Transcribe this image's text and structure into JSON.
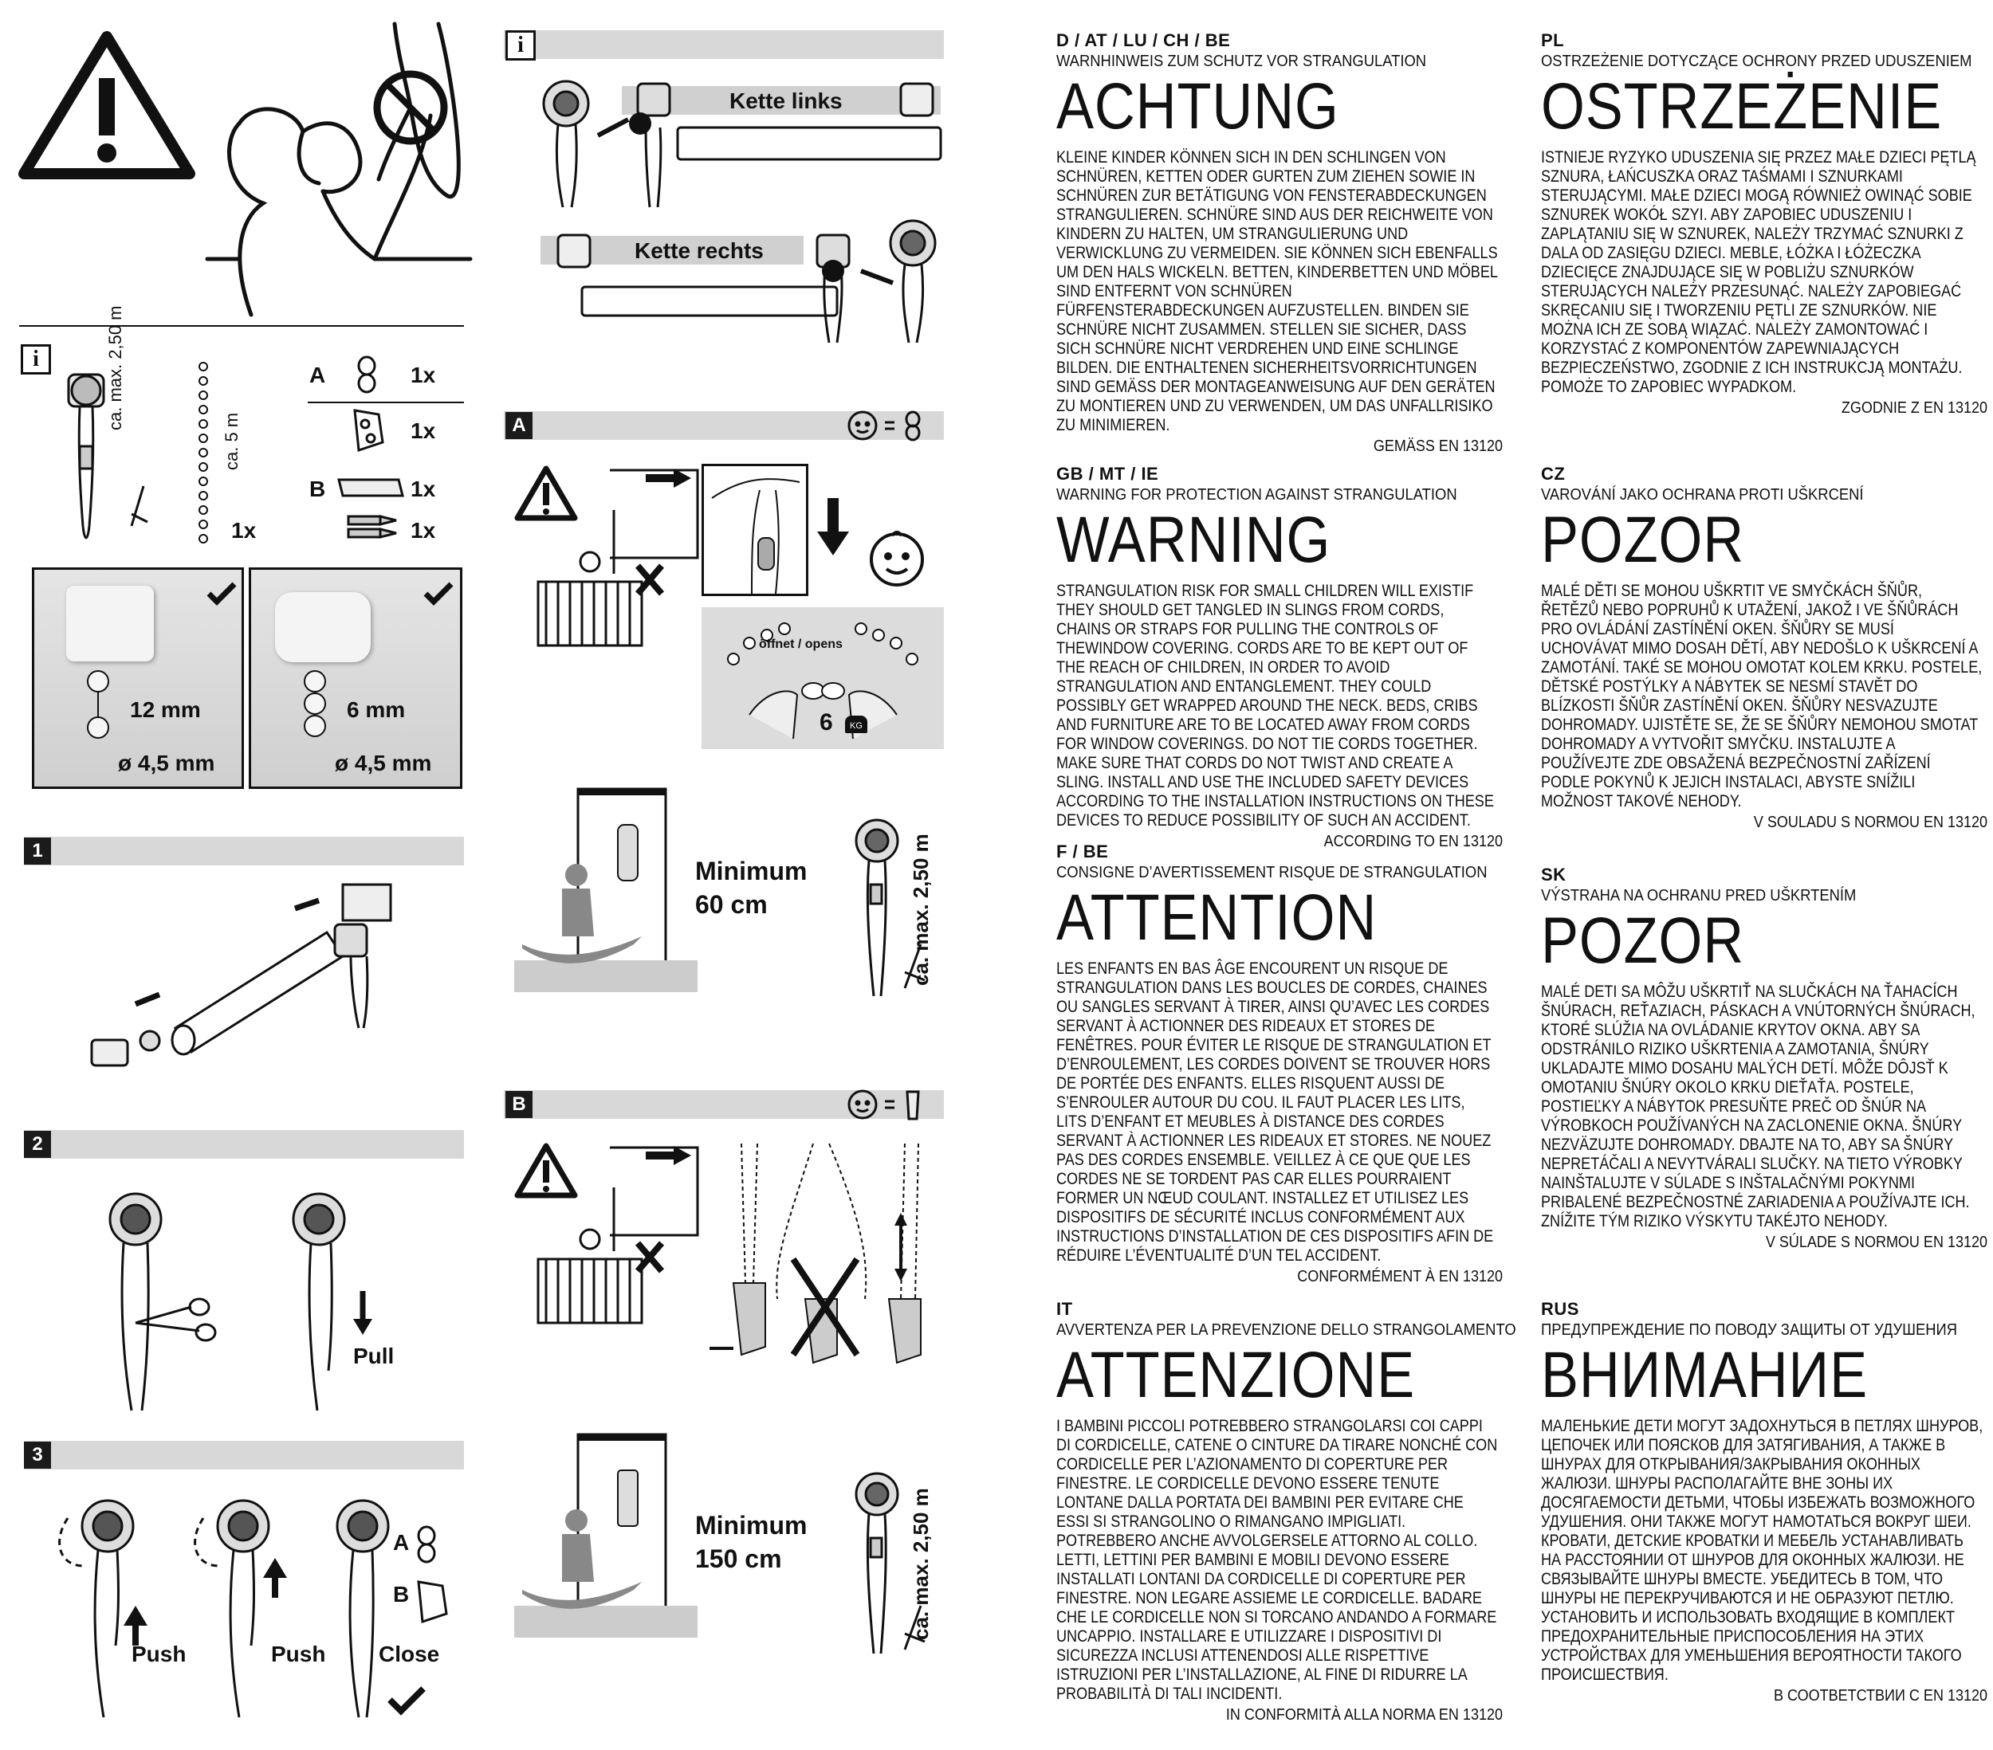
{
  "left_panel": {
    "info_icon": "i",
    "parts": {
      "length_label": "ca. max. 2,50 m",
      "chain_length": "ca. 5 m",
      "chain_qty": "1x",
      "A_label": "A",
      "A_qty_1": "1x",
      "A_qty_2": "1x",
      "B_label": "B",
      "B_qty_1": "1x",
      "B_qty_2": "1x"
    },
    "chain_variants": [
      {
        "spacing": "12 mm",
        "diameter": "ø 4,5 mm"
      },
      {
        "spacing": "6 mm",
        "diameter": "ø 4,5 mm"
      }
    ],
    "steps": [
      {
        "num": "1"
      },
      {
        "num": "2",
        "pull": "Pull"
      },
      {
        "num": "3",
        "push1": "Push",
        "push2": "Push",
        "close": "Close",
        "A": "A",
        "B": "B"
      }
    ]
  },
  "middle_panel": {
    "info_icon": "i",
    "chain_left": "Kette links",
    "chain_right": "Kette rechts",
    "section_A": {
      "tag": "A",
      "opens": "öffnet / opens",
      "weight": "6",
      "weight_unit": "KG",
      "min_label_1": "Minimum",
      "min_label_2": "60 cm",
      "length_label": "ca. max. 2,50 m"
    },
    "section_B": {
      "tag": "B",
      "min_label_1": "Minimum",
      "min_label_2": "150 cm",
      "length_label": "ca. max. 2,50 m"
    }
  },
  "warnings_left": [
    {
      "code": "D / AT / LU / CH / BE",
      "subtitle": "WARNHINWEIS ZUM SCHUTZ VOR STRANGULATION",
      "heading": "ACHTUNG",
      "body": "KLEINE KINDER KÖNNEN SICH IN DEN SCHLINGEN VON SCHNÜREN, KETTEN ODER GURTEN ZUM ZIEHEN SOWIE IN SCHNÜREN ZUR BETÄTIGUNG VON FENSTERABDECKUNGEN STRANGULIEREN. SCHNÜRE SIND AUS DER REICHWEITE VON KINDERN ZU HALTEN, UM STRANGULIERUNG UND VERWICKLUNG ZU VERMEIDEN. SIE KÖNNEN SICH EBENFALLS UM DEN HALS WICKELN. BETTEN, KINDERBETTEN UND MÖBEL SIND ENTFERNT VON SCHNÜREN FÜRFENSTERABDECKUNGEN AUFZUSTELLEN. BINDEN SIE SCHNÜRE NICHT ZUSAMMEN. STELLEN SIE SICHER, DASS SICH SCHNÜRE NICHT VERDREHEN UND EINE SCHLINGE BILDEN. DIE ENTHALTENEN SICHERHEITSVORRICHTUNGEN SIND GEMÄSS DER MONTAGEANWEISUNG AUF DEN GERÄTEN ZU MONTIEREN UND ZU VERWENDEN, UM DAS UNFALLRISIKO ZU MINIMIEREN.",
      "norm": "GEMÄSS EN 13120"
    },
    {
      "code": "GB / MT / IE",
      "subtitle": "WARNING FOR PROTECTION AGAINST STRANGULATION",
      "heading": "WARNING",
      "body": "STRANGULATION RISK FOR SMALL CHILDREN WILL EXISTIF THEY SHOULD GET TANGLED IN SLINGS FROM CORDS, CHAINS OR STRAPS FOR PULLING THE CONTROLS OF THEWINDOW COVERING. CORDS ARE TO BE KEPT OUT OF THE REACH OF CHILDREN, IN ORDER TO AVOID STRANGULATION AND ENTANGLEMENT. THEY COULD POSSIBLY GET WRAPPED AROUND THE NECK. BEDS, CRIBS AND FURNITURE ARE TO BE LOCATED AWAY FROM CORDS FOR WINDOW COVERINGS. DO NOT TIE CORDS TOGETHER. MAKE SURE THAT CORDS DO NOT TWIST AND CREATE A SLING. INSTALL AND USE THE INCLUDED SAFETY DEVICES ACCORDING TO THE INSTALLATION INSTRUCTIONS ON THESE DEVICES TO REDUCE POSSIBILITY OF SUCH AN ACCIDENT.",
      "norm": "ACCORDING TO EN 13120"
    },
    {
      "code": "F / BE",
      "subtitle": "CONSIGNE D’AVERTISSEMENT RISQUE DE STRANGULATION",
      "heading": "ATTENTION",
      "body": "LES ENFANTS EN BAS ÂGE ENCOURENT UN RISQUE DE STRANGULATION DANS LES BOUCLES DE CORDES, CHAINES OU SANGLES SERVANT À TIRER, AINSI QU’AVEC LES CORDES SERVANT À ACTIONNER DES RIDEAUX ET STORES DE FENÊTRES. POUR ÉVITER LE RISQUE DE STRANGULATION ET D’ENROULEMENT, LES CORDES DOIVENT SE TROUVER HORS DE PORTÉE DES ENFANTS. ELLES RISQUENT AUSSI DE S’ENROULER AUTOUR DU COU. IL FAUT PLACER LES LITS, LITS D’ENFANT ET MEUBLES À DISTANCE DES CORDES SERVANT À ACTIONNER LES RIDEAUX ET STORES. NE NOUEZ PAS DES CORDES ENSEMBLE. VEILLEZ À CE QUE QUE LES CORDES NE SE TORDENT PAS CAR ELLES POURRAIENT FORMER UN NŒUD COULANT. INSTALLEZ ET UTILISEZ LES DISPOSITIFS DE SÉCURITÉ INCLUS CONFORMÉMENT AUX INSTRUCTIONS D’INSTALLATION DE CES DISPOSITIFS AFIN DE RÉDUIRE L’ÉVENTUALITÉ D’UN TEL ACCIDENT.",
      "norm": "CONFORMÉMENT À EN 13120"
    },
    {
      "code": "IT",
      "subtitle": "AVVERTENZA PER LA PREVENZIONE DELLO STRANGOLAMENTO",
      "heading": "ATTENZIONE",
      "body": "I BAMBINI PICCOLI POTREBBERO STRANGOLARSI COI CAPPI DI CORDICELLE, CATENE O CINTURE DA TIRARE NONCHÉ CON CORDICELLE PER L’AZIONAMENTO DI COPERTURE PER FINESTRE. LE CORDICELLE DEVONO ESSERE TENUTE LONTANE DALLA PORTATA DEI BAMBINI PER EVITARE CHE ESSI SI STRANGOLINO O RIMANGANO IMPIGLIATI. POTREBBERO ANCHE AVVOLGERSELE ATTORNO AL COLLO. LETTI, LETTINI PER BAMBINI E MOBILI DEVONO ESSERE INSTALLATI LONTANI DA CORDICELLE DI COPERTURE PER FINESTRE. NON LEGARE ASSIEME LE CORDICELLE. BADARE CHE LE CORDICELLE NON SI TORCANO ANDANDO A FORMARE UNCAPPIO. INSTALLARE E UTILIZZARE I DISPOSITIVI DI SICUREZZA INCLUSI ATTENENDOSI ALLE RISPETTIVE ISTRUZIONI PER L’INSTALLAZIONE, AL FINE DI RIDURRE LA PROBABILITÀ DI TALI INCIDENTI.",
      "norm": "IN CONFORMITÀ ALLA NORMA EN 13120"
    }
  ],
  "warnings_right": [
    {
      "code": "PL",
      "subtitle": "OSTRZEŻENIE DOTYCZĄCE OCHRONY PRZED UDUSZENIEM",
      "heading": "OSTRZEŻENIE",
      "body": "ISTNIEJE RYZYKO UDUSZENIA SIĘ PRZEZ MAŁE DZIECI PĘTLĄ SZNURA, ŁAŃCUSZKA ORAZ TAŚMAMI I SZNURKAMI STERUJĄCYMI. MAŁE DZIECI MOGĄ RÓWNIEŻ OWINĄĆ SOBIE SZNUREK WOKÓŁ SZYI. ABY ZAPOBIEC UDUSZENIU I ZAPLĄTANIU SIĘ W SZNUREK, NALEŻY TRZYMAĆ SZNURKI Z DALA OD ZASIĘGU DZIECI. MEBLE, ŁÓŻKA I ŁÓŻECZKA DZIECIĘCE ZNAJDUJĄCE SIĘ W POBLIŻU SZNURKÓW STERUJĄCYCH NALEŻY PRZESUNĄĆ. NALEŻY ZAPOBIEGAĆ SKRĘCANIU SIĘ I TWORZENIU PĘTLI ZE SZNURKÓW. NIE MOŻNA ICH ZE SOBĄ WIĄZAĆ. NALEŻY ZAMONTOWAĆ I KORZYSTAĆ Z KOMPONENTÓW ZAPEWNIAJĄCYCH BEZPIECZEŃSTWO, ZGODNIE Z ICH INSTRUKCJĄ MONTAŻU. POMOŻE TO ZAPOBIEC WYPADKOM.",
      "norm": "ZGODNIE Z EN 13120"
    },
    {
      "code": "CZ",
      "subtitle": "VAROVÁNÍ JAKO OCHRANA PROTI UŠKRCENÍ",
      "heading": "POZOR",
      "body": "MALÉ DĚTI SE MOHOU UŠKRTIT VE SMYČKÁCH ŠŇŮR, ŘETĚZŮ NEBO POPRUHŮ K UTAŽENÍ, JAKOŽ I VE ŠŇŮRÁCH PRO OVLÁDÁNÍ ZASTÍNĚNÍ OKEN. ŠŇŮRY SE MUSÍ UCHOVÁVAT MIMO DOSAH DĚTÍ, ABY NEDOŠLO K UŠKRCENÍ A ZAMOTÁNÍ. TAKÉ SE MOHOU OMOTAT KOLEM KRKU. POSTELE, DĚTSKÉ POSTÝLKY A NÁBYTEK SE NESMÍ STAVĚT DO BLÍZKOSTI ŠŇŮR ZASTÍNĚNÍ OKEN. ŠŇŮRY NESVAZUJTE DOHROMADY. UJISTĚTE SE, ŽE SE ŠŇŮRY NEMOHOU SMOTAT DOHROMADY A VYTVOŘIT SMYČKU. INSTALUJTE A POUŽÍVEJTE ZDE OBSAŽENÁ BEZPEČNOSTNÍ ZAŘÍZENÍ PODLE POKYNŮ K JEJICH INSTALACI, ABYSTE SNÍŽILI MOŽNOST TAKOVÉ NEHODY.",
      "norm": "V SOULADU S NORMOU EN 13120"
    },
    {
      "code": "SK",
      "subtitle": "VÝSTRAHA NA OCHRANU PRED UŠKRTENÍM",
      "heading": "POZOR",
      "body": "MALÉ DETI SA MÔŽU UŠKRTIŤ NA SLUČKÁCH NA ŤAHACÍCH ŠNÚRACH, REŤAZIACH, PÁSKACH A VNÚTORNÝCH ŠNÚRACH, KTORÉ SLÚŽIA NA OVLÁDANIE KRYTOV OKNA. ABY SA ODSTRÁNILO RIZIKO UŠKRTENIA A ZAMOTANIA, ŠNÚRY UKLADAJTE MIMO DOSAHU MALÝCH DETÍ. MÔŽE DÔJSŤ K OMOTANIU ŠNÚRY OKOLO KRKU DIEŤAŤA. POSTELE, POSTIEĽKY A NÁBYTOK PRESUŇTE PREČ OD ŠNÚR NA VÝROBKOCH POUŽÍVANÝCH NA ZACLONENIE OKNA. ŠNÚRY NEZVÄZUJTE DOHROMADY. DBAJTE NA TO, ABY SA ŠNÚRY NEPRETÁČALI A NEVYTVÁRALI SLUČKY. NA TIETO VÝROBKY NAINŠTALUJTE V SÚLADE S INŠTALAČNÝMI POKYNMI PRIBALENÉ BEZPEČNOSTNÉ ZARIADENIA A POUŽÍVAJTE ICH. ZNÍŽITE TÝM RIZIKO VÝSKYTU TAKÉJTO NEHODY.",
      "norm": "V SÚLADE S NORMOU EN 13120"
    },
    {
      "code": "RUS",
      "subtitle": "ПРЕДУПРЕЖДЕНИЕ ПО ПОВОДУ ЗАЩИТЫ ОТ УДУШЕНИЯ",
      "heading": "ВНИМАНИЕ",
      "body": "МАЛЕНЬКИЕ ДЕТИ МОГУТ ЗАДОХНУТЬСЯ В ПЕТЛЯХ ШНУРОВ, ЦЕПОЧЕК ИЛИ ПОЯСКОВ ДЛЯ ЗАТЯГИВАНИЯ, А ТАКЖЕ В ШНУРАХ ДЛЯ ОТКРЫВАНИЯ/ЗАКРЫВАНИЯ ОКОННЫХ ЖАЛЮЗИ. ШНУРЫ РАСПОЛАГАЙТЕ ВНЕ ЗОНЫ ИХ ДОСЯГАЕМОСТИ ДЕТЬМИ, ЧТОБЫ ИЗБЕЖАТЬ ВОЗМОЖНОГО УДУШЕНИЯ. ОНИ ТАКЖЕ МОГУТ НАМОТАТЬСЯ ВОКРУГ ШЕИ. КРОВАТИ, ДЕТСКИЕ КРОВАТКИ И МЕБЕЛЬ УСТАНАВЛИВАТЬ НА РАССТОЯНИИ ОТ ШНУРОВ ДЛЯ ОКОННЫХ ЖАЛЮЗИ. НЕ СВЯЗЫВАЙТЕ ШНУРЫ ВМЕСТЕ. УБЕДИТЕСЬ В ТОМ, ЧТО ШНУРЫ НЕ ПЕРЕКРУЧИВАЮТСЯ И НЕ ОБРАЗУЮТ ПЕТЛЮ. УСТАНОВИТЬ И ИСПОЛЬЗОВАТЬ ВХОДЯЩИЕ В КОМПЛЕКТ ПРЕДОХРАНИТЕЛЬНЫЕ ПРИСПОСОБЛЕНИЯ НА ЭТИХ УСТРОЙСТВАХ ДЛЯ УМЕНЬШЕНИЯ ВЕРОЯТНОСТИ ТАКОГО ПРОИСШЕСТВИЯ.",
      "norm": "В СООТВЕТСТВИИ С EN 13120"
    }
  ]
}
